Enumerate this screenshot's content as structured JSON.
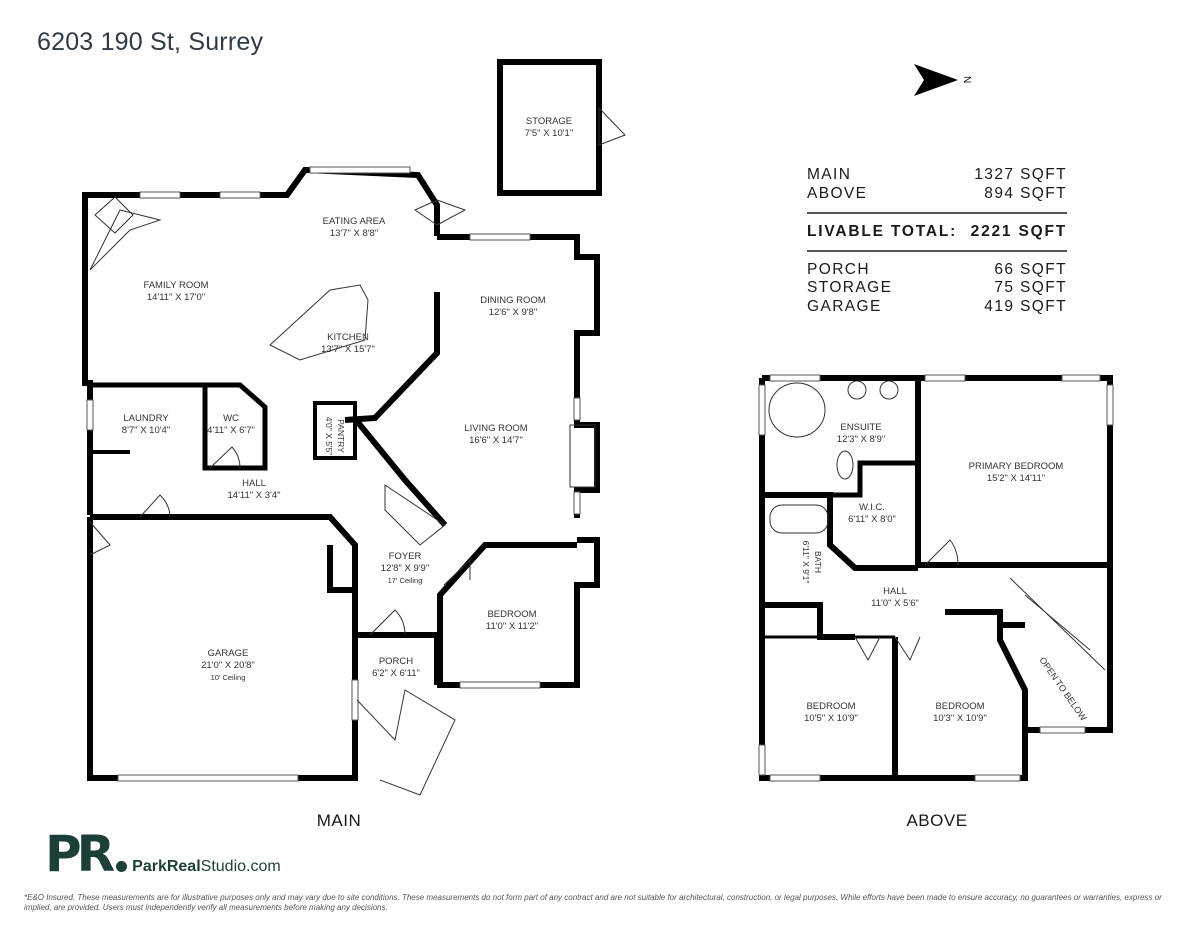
{
  "header": {
    "address": "6203 190 St, Surrey"
  },
  "compass": {
    "icon": "north-arrow-icon",
    "label": "N"
  },
  "summary": {
    "livable": [
      {
        "label": "MAIN",
        "value": "1327 SQFT"
      },
      {
        "label": "ABOVE",
        "value": "894 SQFT"
      }
    ],
    "total": {
      "label": "LIVABLE TOTAL:",
      "value": "2221 SQFT"
    },
    "other": [
      {
        "label": "PORCH",
        "value": "66 SQFT"
      },
      {
        "label": "STORAGE",
        "value": "75 SQFT"
      },
      {
        "label": "GARAGE",
        "value": "419 SQFT"
      }
    ]
  },
  "floors": {
    "main": {
      "label": "MAIN",
      "rooms": [
        {
          "name": "STORAGE",
          "dims": "7'5\" X 10'1\""
        },
        {
          "name": "EATING AREA",
          "dims": "13'7\" X 8'8\""
        },
        {
          "name": "FAMILY ROOM",
          "dims": "14'11\" X 17'0\""
        },
        {
          "name": "KITCHEN",
          "dims": "13'7\" X 15'7\""
        },
        {
          "name": "DINING ROOM",
          "dims": "12'6\" X 9'8\""
        },
        {
          "name": "LIVING ROOM",
          "dims": "16'6\" X 14'7\""
        },
        {
          "name": "LAUNDRY",
          "dims": "8'7\" X 10'4\""
        },
        {
          "name": "WC",
          "dims": "4'11\" X 6'7\""
        },
        {
          "name": "PANTRY",
          "dims": "4'0\" X 5'5\""
        },
        {
          "name": "HALL",
          "dims": "14'11\" X 3'4\""
        },
        {
          "name": "FOYER",
          "dims": "12'8\" X 9'9\"",
          "note": "17' Ceiling"
        },
        {
          "name": "BEDROOM",
          "dims": "11'0\" X 11'2\""
        },
        {
          "name": "GARAGE",
          "dims": "21'0\" X 20'8\"",
          "note": "10' Ceiling"
        },
        {
          "name": "PORCH",
          "dims": "6'2\" X 6'11\""
        }
      ]
    },
    "above": {
      "label": "ABOVE",
      "rooms": [
        {
          "name": "ENSUITE",
          "dims": "12'3\" X 8'9\""
        },
        {
          "name": "PRIMARY BEDROOM",
          "dims": "15'2\" X 14'11\""
        },
        {
          "name": "W.I.C.",
          "dims": "6'11\" X 8'0\""
        },
        {
          "name": "BATH",
          "dims": "6'11\" X 9'1\""
        },
        {
          "name": "HALL",
          "dims": "11'0\" X 5'6\""
        },
        {
          "name": "BEDROOM",
          "dims": "10'5\" X 10'9\""
        },
        {
          "name": "BEDROOM",
          "dims": "10'3\" X 10'9\""
        },
        {
          "name": "OPEN TO BELOW",
          "dims": ""
        }
      ]
    }
  },
  "branding": {
    "logo_mark": "PR",
    "site_bold": "ParkReal",
    "site_rest": "Studio.com",
    "color": "#1d3f3a"
  },
  "disclaimer": "*E&O Insured. These measurements are for illustrative purposes only and may vary due to site conditions. These measurements do not form part of any contract and are not suitable for architectural, construction, or legal purposes. While efforts have been made to ensure accuracy, no guarantees or warranties, express or implied, are provided. Users must independently verify all measurements before making any decisions."
}
